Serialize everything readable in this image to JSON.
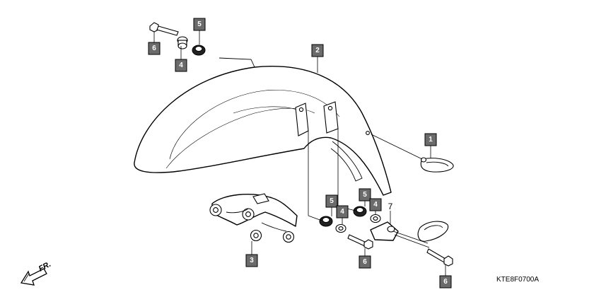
{
  "diagram": {
    "code": "KTE8F0700A",
    "direction_label": "FR.",
    "colors": {
      "callout_fill": "#6b6b6b",
      "line": "#000000"
    },
    "callouts": [
      {
        "id": "c-6-top",
        "label": "6"
      },
      {
        "id": "c-4-top",
        "label": "4"
      },
      {
        "id": "c-5-top",
        "label": "5"
      },
      {
        "id": "c-2",
        "label": "2"
      },
      {
        "id": "c-1",
        "label": "1"
      },
      {
        "id": "c-3",
        "label": "3"
      },
      {
        "id": "c-5-mid-a",
        "label": "5"
      },
      {
        "id": "c-4-mid-a",
        "label": "4"
      },
      {
        "id": "c-5-mid-b",
        "label": "5"
      },
      {
        "id": "c-4-mid-b",
        "label": "4"
      },
      {
        "id": "c-6-mid",
        "label": "6"
      },
      {
        "id": "c-6-right",
        "label": "6"
      }
    ],
    "plain_label": "7"
  }
}
